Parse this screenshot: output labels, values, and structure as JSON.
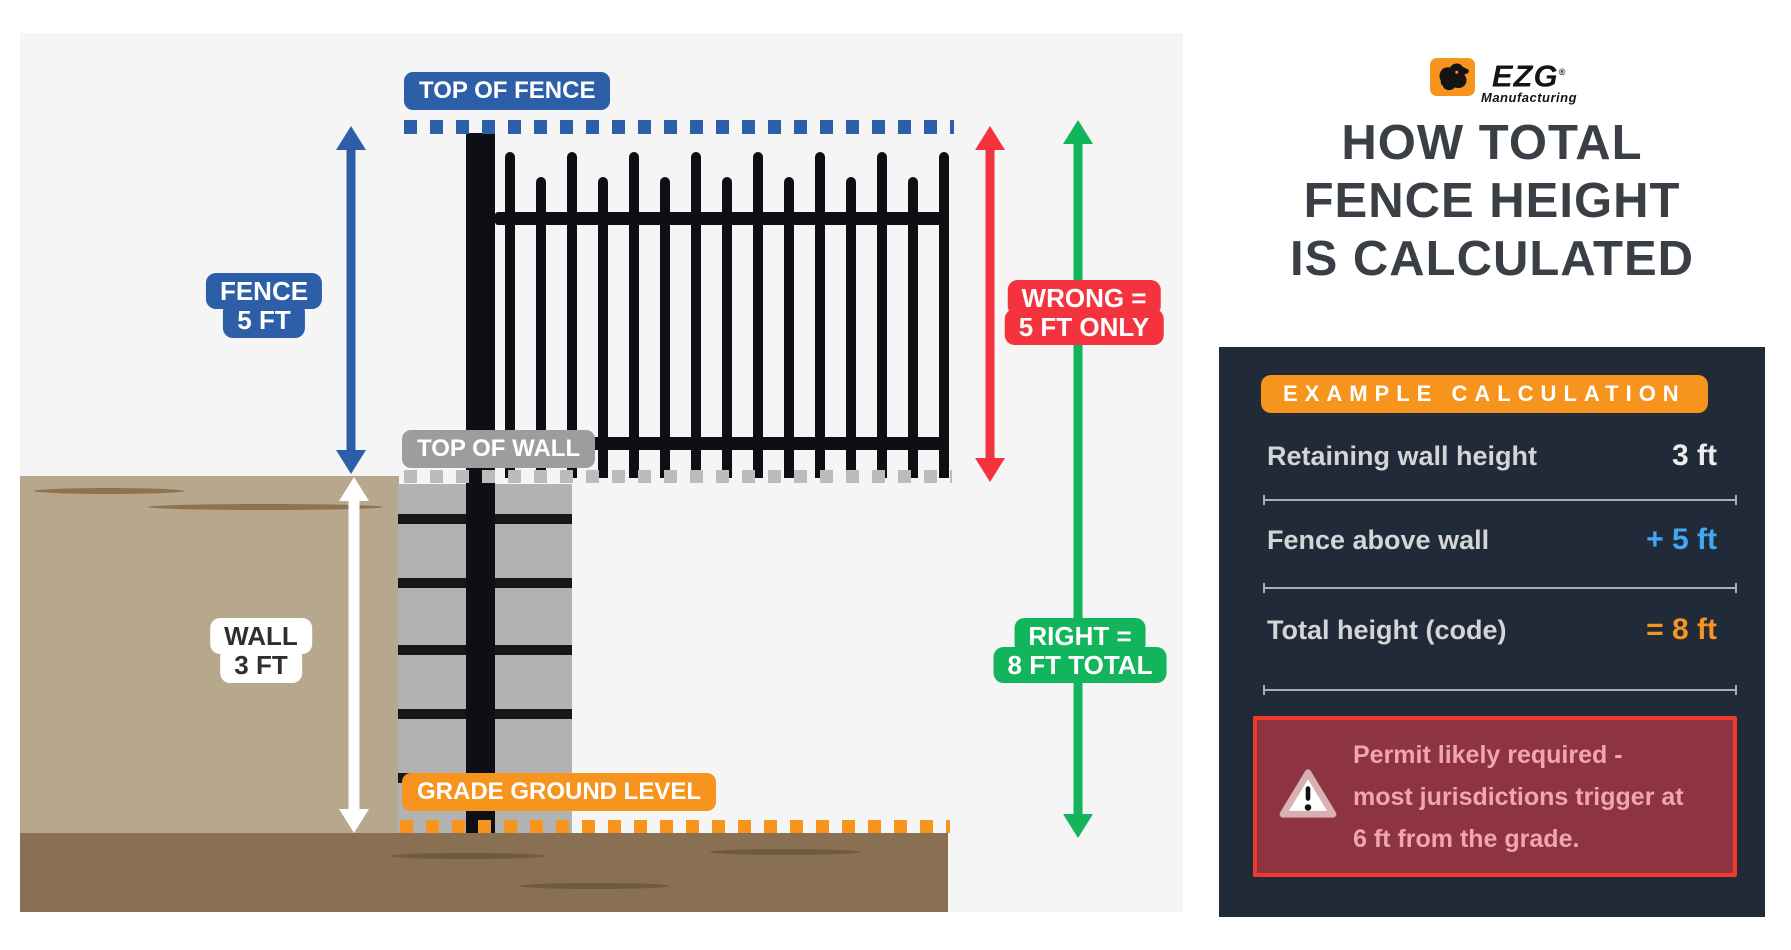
{
  "diagram": {
    "top_of_fence": "TOP OF FENCE",
    "top_of_wall": "TOP OF WALL",
    "grade": "GRADE GROUND LEVEL",
    "fence_label": [
      "FENCE",
      "5 FT"
    ],
    "wall_label": [
      "WALL",
      "3 FT"
    ],
    "wrong_label": [
      "WRONG =",
      "5 FT ONLY"
    ],
    "right_label": [
      "RIGHT =",
      "8 FT TOTAL"
    ]
  },
  "brand": {
    "name": "EZG",
    "registered": "®",
    "sub": "Manufacturing"
  },
  "title": {
    "lines": [
      "HOW TOTAL",
      "FENCE HEIGHT",
      "IS CALCULATED"
    ]
  },
  "calc": {
    "badge": "EXAMPLE CALCULATION",
    "rows": [
      {
        "label": "Retaining wall height",
        "value": "3 ft"
      },
      {
        "label": "Fence above wall",
        "value": "+ 5 ft"
      },
      {
        "label": "Total height (code)",
        "value": "= 8 ft"
      }
    ],
    "warning": {
      "lines": [
        "Permit likely required -",
        "most jurisdictions trigger at",
        "6 ft from the grade."
      ]
    }
  },
  "colors": {
    "blue": "#2d5fa8",
    "gray_label": "#9d9d9d",
    "orange": "#f7941e",
    "red": "#f5333f",
    "green": "#12b45c",
    "value_white": "#ededee",
    "value_blue": "#41a9f2",
    "value_orange": "#f7941e",
    "panel_dark": "#212a38",
    "warning_bg": "#8e3342",
    "warning_border": "#f2392e",
    "warning_text": "#f1a6ae",
    "earth": "#b7a78c",
    "ground": "#8a7053",
    "wall": "#b2b2b2"
  }
}
